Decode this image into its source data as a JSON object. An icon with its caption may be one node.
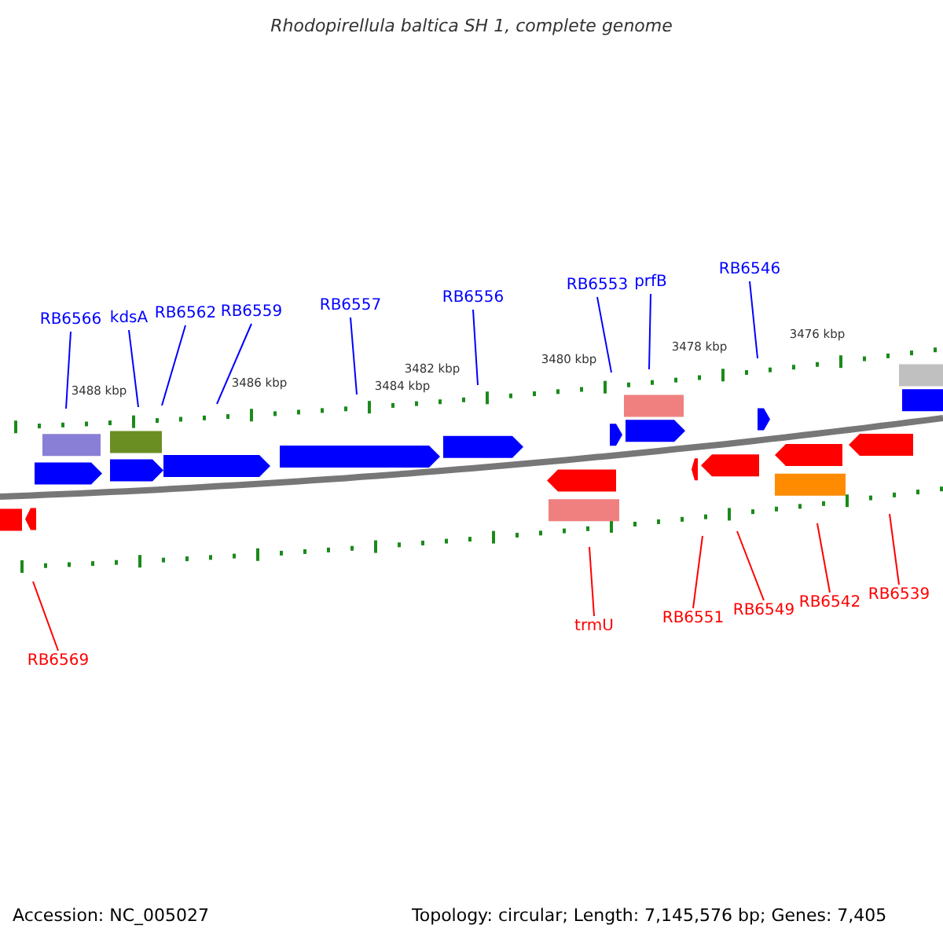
{
  "diagram": {
    "title": "Rhodopirellula baltica SH 1, complete genome",
    "nodes": [
      {
        "text": [
          "RB6566"
        ]
      },
      {
        "text": [
          "kdsA"
        ]
      },
      {
        "text": [
          "RB6562"
        ]
      },
      {
        "text": [
          "RB6559"
        ]
      },
      {
        "text": [
          "RB6557"
        ]
      },
      {
        "text": [
          "RB6556"
        ]
      },
      {
        "text": [
          "RB6553"
        ]
      },
      {
        "text": [
          "prfB"
        ]
      },
      {
        "text": [
          "RB6546"
        ]
      },
      {
        "text": [
          "RB6569"
        ]
      },
      {
        "text": [
          "trmU"
        ]
      },
      {
        "text": [
          "RB6551"
        ]
      },
      {
        "text": [
          "RB6549"
        ]
      },
      {
        "text": [
          "RB6542"
        ]
      },
      {
        "text": [
          "RB6539"
        ]
      }
    ],
    "edges": [
      {
        "from": 0,
        "to": null,
        "arrow": "none"
      },
      {
        "from": 1,
        "to": null,
        "arrow": "none"
      },
      {
        "from": 2,
        "to": null,
        "arrow": "none"
      },
      {
        "from": 3,
        "to": null,
        "arrow": "none"
      },
      {
        "from": 4,
        "to": null,
        "arrow": "none"
      },
      {
        "from": 5,
        "to": null,
        "arrow": "none"
      },
      {
        "from": 6,
        "to": null,
        "arrow": "none"
      },
      {
        "from": 7,
        "to": null,
        "arrow": "none"
      },
      {
        "from": 8,
        "to": null,
        "arrow": "none"
      },
      {
        "from": 9,
        "to": null,
        "arrow": "none",
        "color": "#ff0000"
      },
      {
        "from": 10,
        "to": null,
        "arrow": "none",
        "color": "#ff0000"
      },
      {
        "from": 11,
        "to": null,
        "arrow": "none",
        "color": "#ff0000"
      },
      {
        "from": 12,
        "to": null,
        "arrow": "none",
        "color": "#ff0000"
      },
      {
        "from": 13,
        "to": null,
        "arrow": "none",
        "color": "#ff0000"
      },
      {
        "from": 14,
        "to": null,
        "arrow": "none",
        "color": "#ff0000"
      }
    ],
    "labels": [
      "3488 kbp",
      "3486 kbp",
      "3484 kbp",
      "3482 kbp",
      "3480 kbp",
      "3478 kbp",
      "3476 kbp",
      "Accession: NC_005027",
      "Topology: circular; Length: 7,145,576 bp; Genes: 7,405"
    ]
  }
}
